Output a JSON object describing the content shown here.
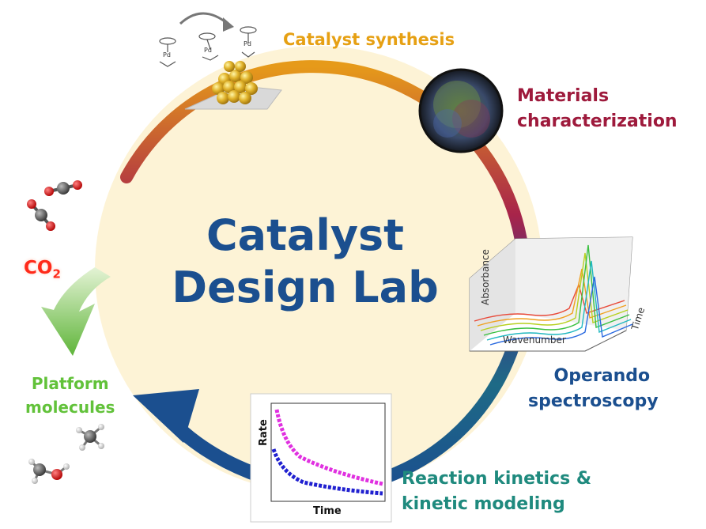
{
  "center": {
    "line1": "Catalyst",
    "line2": "Design Lab"
  },
  "stages": {
    "synthesis": "Catalyst synthesis",
    "characterization_line1": "Materials",
    "characterization_line2": "characterization",
    "spectroscopy_line1": "Operando",
    "spectroscopy_line2": "spectroscopy",
    "kinetics_line1": "Reaction kinetics &",
    "kinetics_line2": "kinetic modeling"
  },
  "inputs": {
    "co2_base": "CO",
    "co2_sub": "2",
    "platform_line1": "Platform",
    "platform_line2": "molecules"
  },
  "complex_label": "Pd",
  "spectrum_plot": {
    "ylabel": "Absorbance",
    "xlabel": "Wavenumber",
    "zlabel": "Time"
  },
  "rate_plot": {
    "ylabel": "Rate",
    "xlabel": "Time"
  },
  "colors": {
    "title": "#1b4f8f",
    "synthesis": "#e6a013",
    "characterization": "#9e1a3c",
    "spectroscopy": "#1b4f8f",
    "kinetics": "#1f8a7e",
    "co2": "#ff2a1a",
    "platform": "#62c23a",
    "circle_fill": "#fdf3d6"
  }
}
